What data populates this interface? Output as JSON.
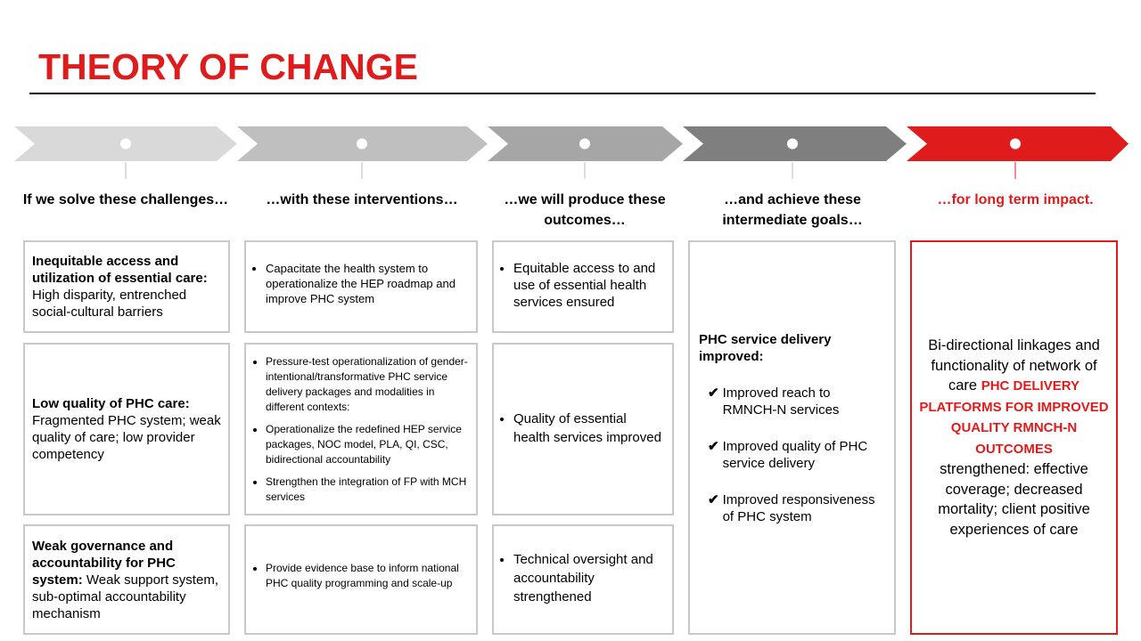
{
  "title": "THEORY OF CHANGE",
  "colors": {
    "accent": "#e01b1b",
    "stage1": "#d9d9d9",
    "stage2": "#bfbfbf",
    "stage3": "#a6a6a6",
    "stage4": "#7f7f7f",
    "stage5": "#e01b1b"
  },
  "headers": [
    "If we solve these challenges…",
    "…with these interventions…",
    "…we will produce these outcomes…",
    "…and achieve these intermediate goals…",
    "…for long term impact."
  ],
  "challenges": [
    {
      "bold": "Inequitable access and utilization of essential care:",
      "text": " High disparity, entrenched social-cultural barriers"
    },
    {
      "bold": "Low quality of PHC care:",
      "text": " Fragmented PHC system; weak quality of care; low provider competency"
    },
    {
      "bold": "Weak governance and accountability for PHC system:",
      "text": " Weak support system, sub-optimal accountability mechanism"
    }
  ],
  "interventions": [
    [
      "Capacitate the health system to operationalize the HEP roadmap and improve PHC system"
    ],
    [
      "Pressure-test operationalization of gender-intentional/transformative PHC service delivery packages and modalities in different contexts:",
      "Operationalize the redefined HEP service packages, NOC model, PLA, QI, CSC, bidirectional accountability",
      "Strengthen the integration of FP with MCH services"
    ],
    [
      "Provide evidence base to inform national PHC quality programming and scale-up"
    ]
  ],
  "outcomes": [
    "Equitable access to and use of essential health services ensured",
    "Quality of essential health services improved",
    "Technical oversight and accountability strengthened"
  ],
  "goals": {
    "heading": "PHC service delivery improved:",
    "check": "✔",
    "items": [
      "Improved reach to RMNCH-N services",
      "Improved quality of PHC service delivery",
      "Improved responsiveness of PHC system"
    ]
  },
  "impact": {
    "pre": "Bi-directional linkages and functionality of network of care ",
    "highlight": "PHC DELIVERY PLATFORMS FOR IMPROVED QUALITY RMNCH-N OUTCOMES",
    "post": "strengthened: effective coverage; decreased mortality; client positive experiences of care"
  }
}
